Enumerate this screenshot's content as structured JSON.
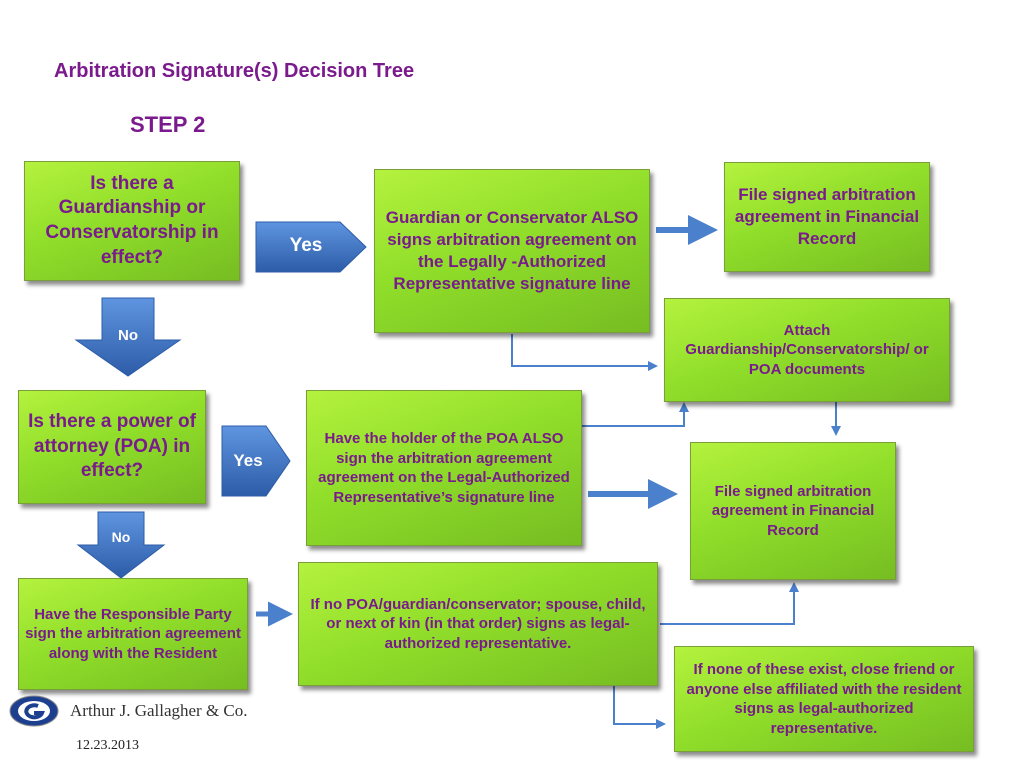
{
  "header": {
    "title": "Arbitration Signature(s) Decision Tree",
    "step": "STEP 2"
  },
  "nodes": {
    "q_guardianship": "Is there a Guardianship or Conservatorship in effect?",
    "guardian_signs": "Guardian or Conservator ALSO signs arbitration agreement on the Legally -Authorized Representative signature line",
    "file_signed_top": "File signed arbitration agreement in Financial Record",
    "attach_docs": "Attach Guardianship/Conservatorship/ or POA documents",
    "q_poa": "Is there a power of attorney (POA) in effect?",
    "poa_signs": "Have the holder of the POA ALSO sign the arbitration agreement agreement on the Legal-Authorized Representative’s signature line",
    "file_signed_mid": "File signed arbitration agreement in Financial Record",
    "responsible_party": "Have the Responsible Party  sign the arbitration agreement along with the Resident",
    "next_of_kin": "If no POA/guardian/conservator; spouse, child, or next of kin (in that order) signs as legal-authorized representative.",
    "close_friend": "If none of these exist, close friend or anyone else affiliated with the resident signs as legal-authorized representative."
  },
  "labels": {
    "yes_1": "Yes",
    "no_1": "No",
    "yes_2": "Yes",
    "no_2": "No"
  },
  "colors": {
    "box_green": "#96e02c",
    "text_purple": "#7a1a8c",
    "arrow_blue": "#3d73c4"
  },
  "footer": {
    "logo_text": "Arthur J. Gallagher & Co.",
    "logo_icon": "gallagher-logo-icon",
    "date": "12.23.2013"
  }
}
